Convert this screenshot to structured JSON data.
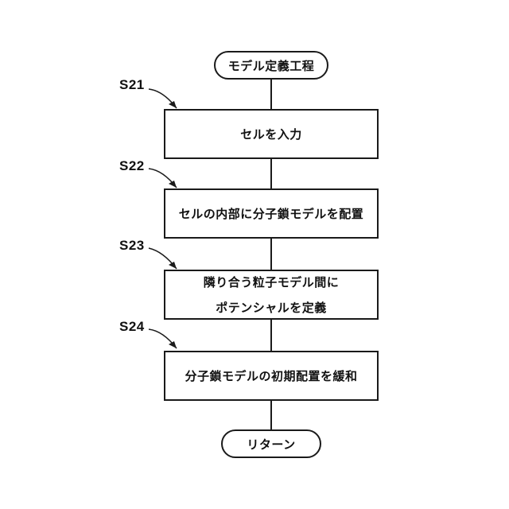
{
  "start": {
    "label": "モデル定義工程"
  },
  "end": {
    "label": "リターン"
  },
  "steps": [
    {
      "id": "S21",
      "lines": [
        "セルを入力"
      ]
    },
    {
      "id": "S22",
      "lines": [
        "セルの内部に分子鎖モデルを配置"
      ]
    },
    {
      "id": "S23",
      "lines": [
        "隣り合う粒子モデル間に",
        "ポテンシャルを定義"
      ]
    },
    {
      "id": "S24",
      "lines": [
        "分子鎖モデルの初期配置を緩和"
      ]
    }
  ]
}
